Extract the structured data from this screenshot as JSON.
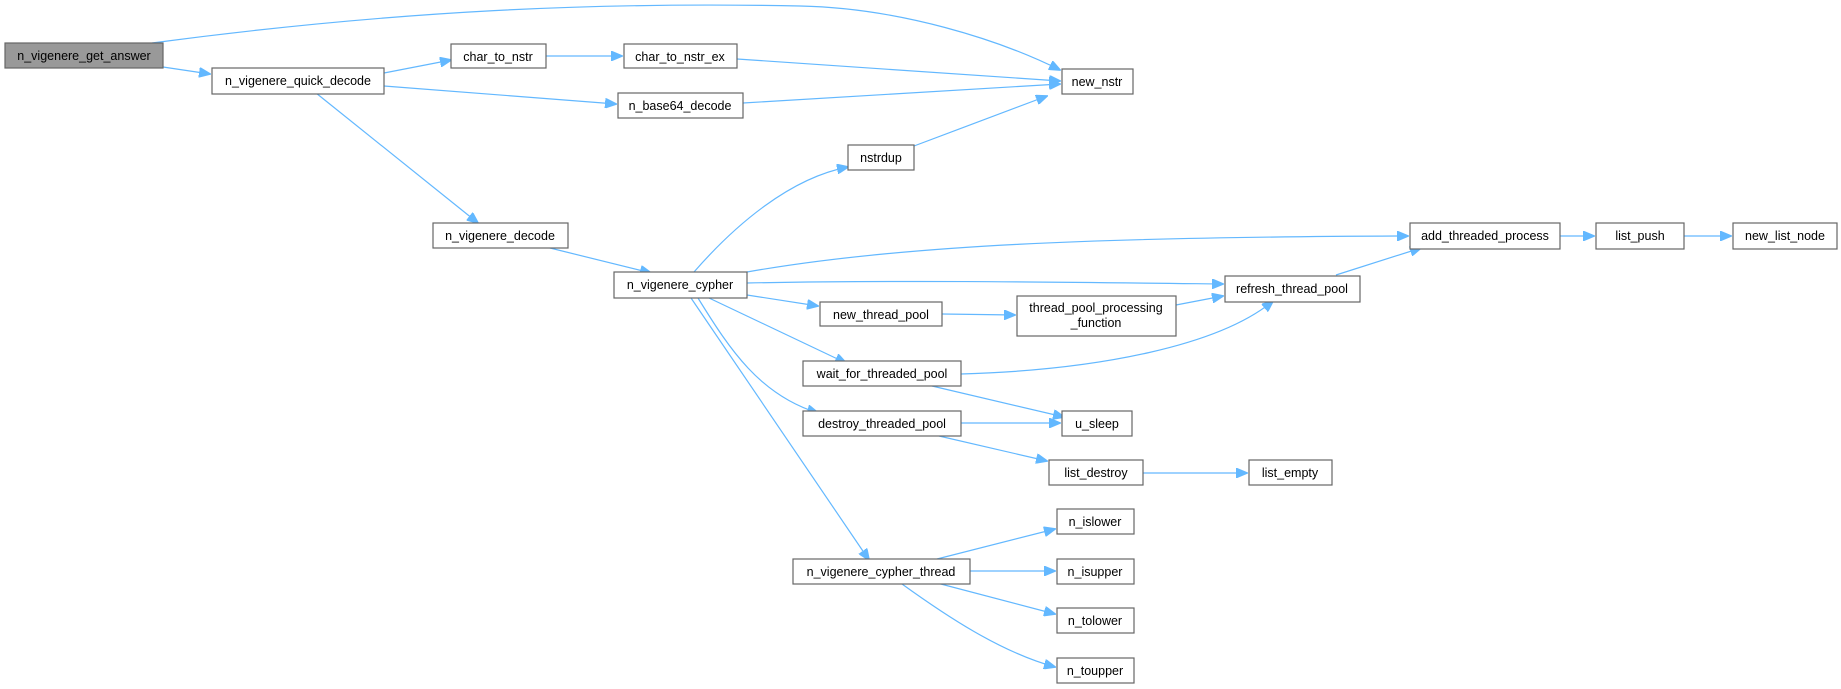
{
  "graph": {
    "nodes": {
      "n_vigenere_get_answer": "n_vigenere_get_answer",
      "n_vigenere_quick_decode": "n_vigenere_quick_decode",
      "char_to_nstr": "char_to_nstr",
      "char_to_nstr_ex": "char_to_nstr_ex",
      "new_nstr": "new_nstr",
      "n_base64_decode": "n_base64_decode",
      "nstrdup": "nstrdup",
      "n_vigenere_decode": "n_vigenere_decode",
      "n_vigenere_cypher": "n_vigenere_cypher",
      "add_threaded_process": "add_threaded_process",
      "list_push": "list_push",
      "new_list_node": "new_list_node",
      "refresh_thread_pool": "refresh_thread_pool",
      "new_thread_pool": "new_thread_pool",
      "thread_pool_processing_function_line1": "thread_pool_processing",
      "thread_pool_processing_function_line2": "_function",
      "wait_for_threaded_pool": "wait_for_threaded_pool",
      "u_sleep": "u_sleep",
      "destroy_threaded_pool": "destroy_threaded_pool",
      "list_destroy": "list_destroy",
      "list_empty": "list_empty",
      "n_islower": "n_islower",
      "n_vigenere_cypher_thread": "n_vigenere_cypher_thread",
      "n_isupper": "n_isupper",
      "n_tolower": "n_tolower",
      "n_toupper": "n_toupper"
    },
    "colors": {
      "edge": "#63b8ff",
      "root_fill": "#999999",
      "node_border": "#666666"
    }
  }
}
